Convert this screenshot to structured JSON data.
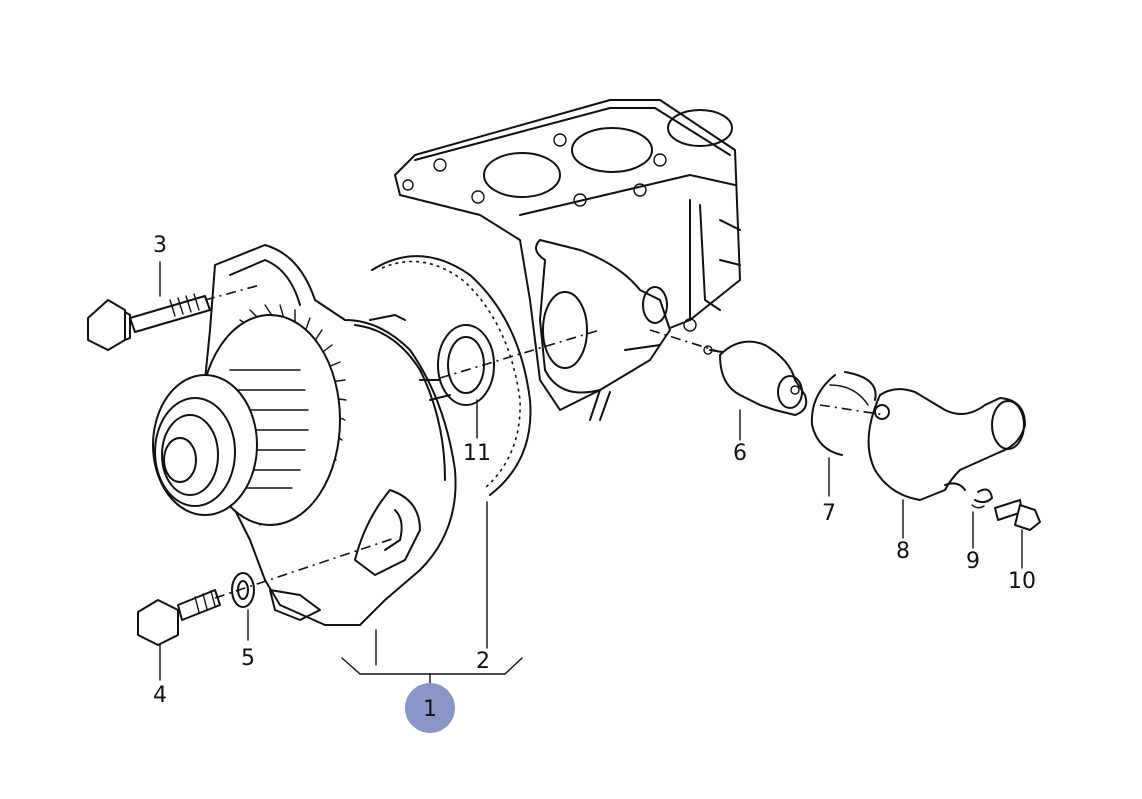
{
  "labels": {
    "p1": "1",
    "p2": "2",
    "p3": "3",
    "p4": "4",
    "p5": "5",
    "p6": "6",
    "p7": "7",
    "p8": "8",
    "p9": "9",
    "p10": "10",
    "p11": "11"
  },
  "colors": {
    "line": "#111111",
    "highlight_badge": "#8a96c8",
    "background": "#ffffff"
  }
}
